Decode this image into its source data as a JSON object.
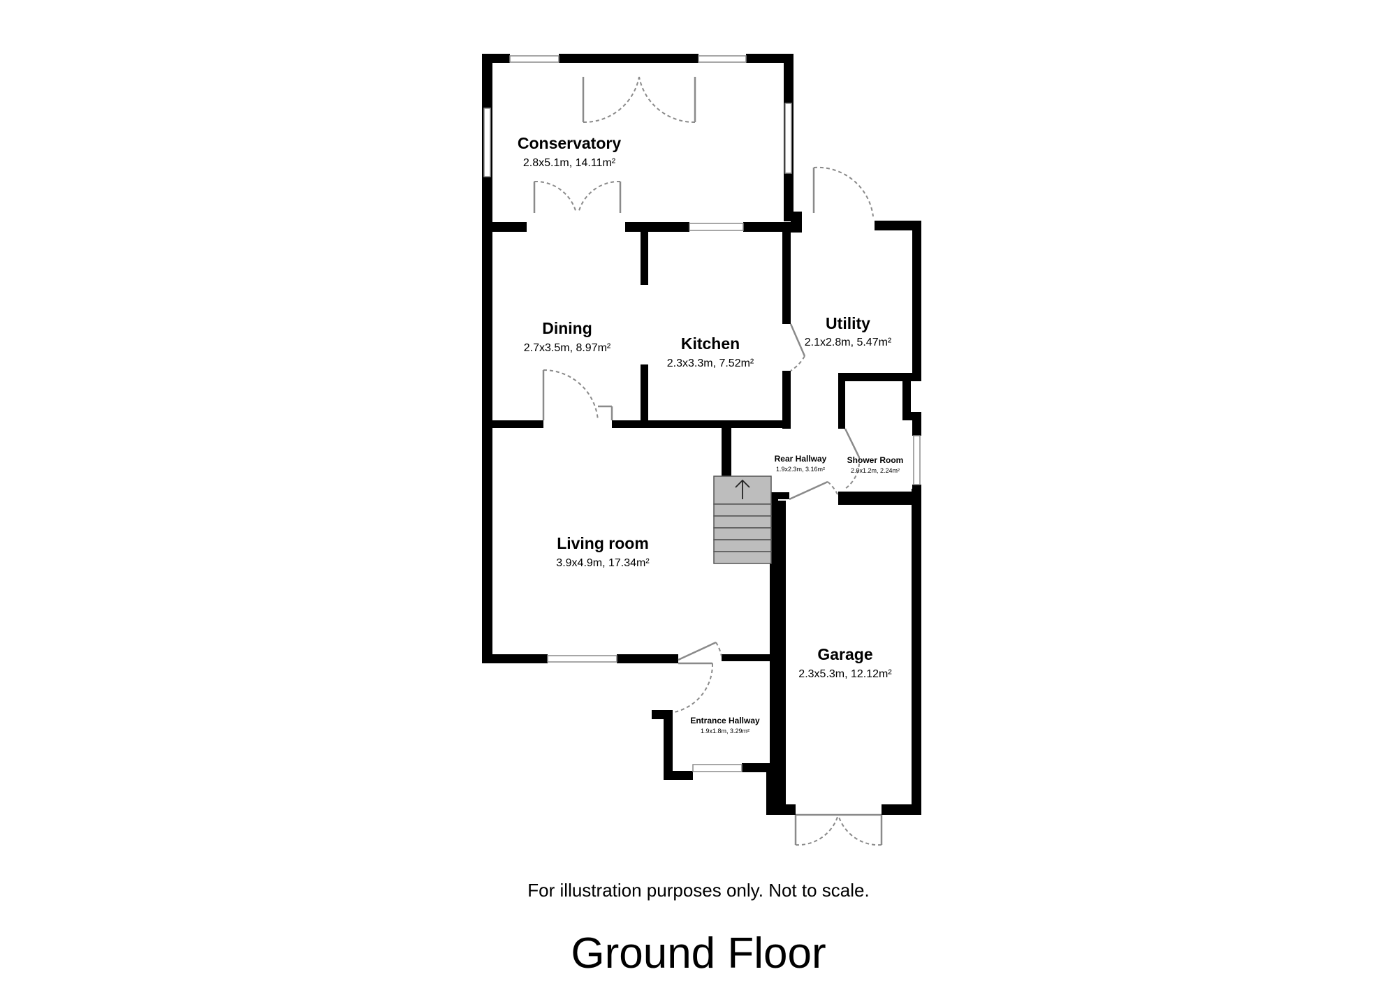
{
  "rooms": {
    "conservatory": {
      "name": "Conservatory",
      "dims": "2.8x5.1m, 14.11m²"
    },
    "dining": {
      "name": "Dining",
      "dims": "2.7x3.5m, 8.97m²"
    },
    "kitchen": {
      "name": "Kitchen",
      "dims": "2.3x3.3m, 7.52m²"
    },
    "utility": {
      "name": "Utility",
      "dims": "2.1x2.8m, 5.47m²"
    },
    "rear_hallway": {
      "name": "Rear Hallway",
      "dims": "1.9x2.3m, 3.16m²"
    },
    "shower_room": {
      "name": "Shower Room",
      "dims": "2.0x1.2m, 2.24m²"
    },
    "living_room": {
      "name": "Living room",
      "dims": "3.9x4.9m, 17.34m²"
    },
    "garage": {
      "name": "Garage",
      "dims": "2.3x5.3m, 12.12m²"
    },
    "entrance_hallway": {
      "name": "Entrance Hallway",
      "dims": "1.9x1.8m, 3.29m²"
    }
  },
  "footer": {
    "disclaimer": "For illustration purposes only. Not to scale.",
    "floor_title": "Ground Floor"
  },
  "colors": {
    "wall": "#000000",
    "stairs": "#bdbdbd",
    "door_lines": "#8a8a8a"
  }
}
